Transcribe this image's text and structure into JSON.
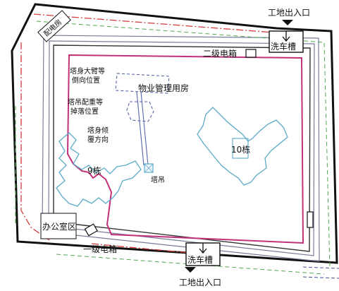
{
  "labels": {
    "entrance_top": "工地出入口",
    "entrance_bottom": "工地出入口",
    "wash_top": "洗车槽",
    "wash_bottom": "洗车槽",
    "dist_box_2": "二级电箱",
    "dist_box_1": "一级电箱",
    "power_room": "配电房",
    "site_office": "办公室区",
    "property_room": "物业管理用房",
    "tower_arm_1": "塔身大臂等",
    "tower_arm_2": "倒向位置",
    "counterweight_1": "塔吊配重等",
    "counterweight_2": "掉落位置",
    "tower_tilt_1": "塔身倾",
    "tower_tilt_2": "覆方向",
    "tower_crane": "塔吊",
    "building_9": "9栋",
    "building_10": "10栋"
  },
  "colors": {
    "boundary": "#111111",
    "hoarding_red": "#d33a3a",
    "road_grey": "#777d99",
    "green_dash": "#52a852",
    "building_outline": "#c2307a",
    "footprint_cyan": "#5aaac8",
    "fall_zone_blue": "#5566aa"
  }
}
